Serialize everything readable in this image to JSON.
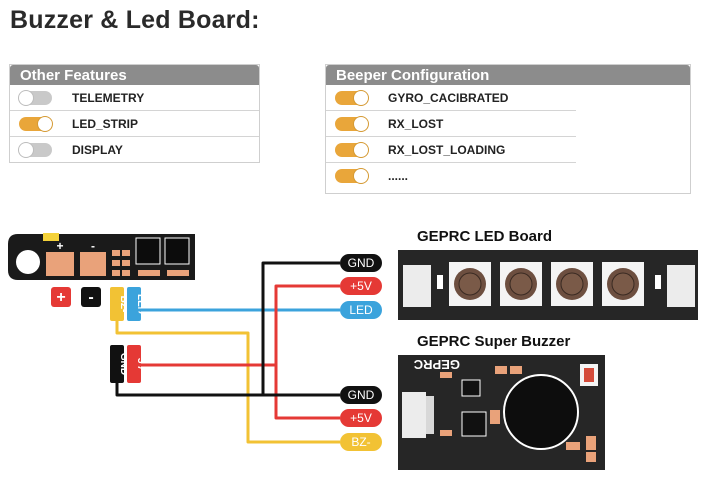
{
  "title": "Buzzer & Led Board:",
  "other_features": {
    "header": "Other Features",
    "items": [
      {
        "label": "TELEMETRY",
        "enabled": false
      },
      {
        "label": "LED_STRIP",
        "enabled": true
      },
      {
        "label": "DISPLAY",
        "enabled": false
      }
    ]
  },
  "beeper_configuration": {
    "header": "Beeper Configuration",
    "items": [
      {
        "label": "GYRO_CACIBRATED",
        "enabled": true
      },
      {
        "label": "RX_LOST",
        "enabled": true
      },
      {
        "label": "RX_LOST_LOADING",
        "enabled": true
      },
      {
        "label": "......",
        "enabled": true
      }
    ]
  },
  "diagram": {
    "fc_board": {
      "pad_plus": "+",
      "pad_minus": "-",
      "label_plus": "+",
      "label_minus": "-",
      "label_bz": "BZ-",
      "label_led": "LED",
      "label_gnd": "GND",
      "label_5v": "5V"
    },
    "led_board": {
      "title": "GEPRC LED Board",
      "pins": [
        "GND",
        "+5V",
        "LED"
      ]
    },
    "buzzer": {
      "title": "GEPRC Super Buzzer",
      "silkscreen": "GEPRC",
      "pins": [
        "GND",
        "+5V",
        "BZ-"
      ]
    },
    "colors": {
      "gnd": "#111111",
      "v5": "#e53935",
      "led": "#3ba3dc",
      "bz": "#f2c234",
      "toggle_on": "#e9a63a",
      "header": "#8c8c8c"
    }
  }
}
